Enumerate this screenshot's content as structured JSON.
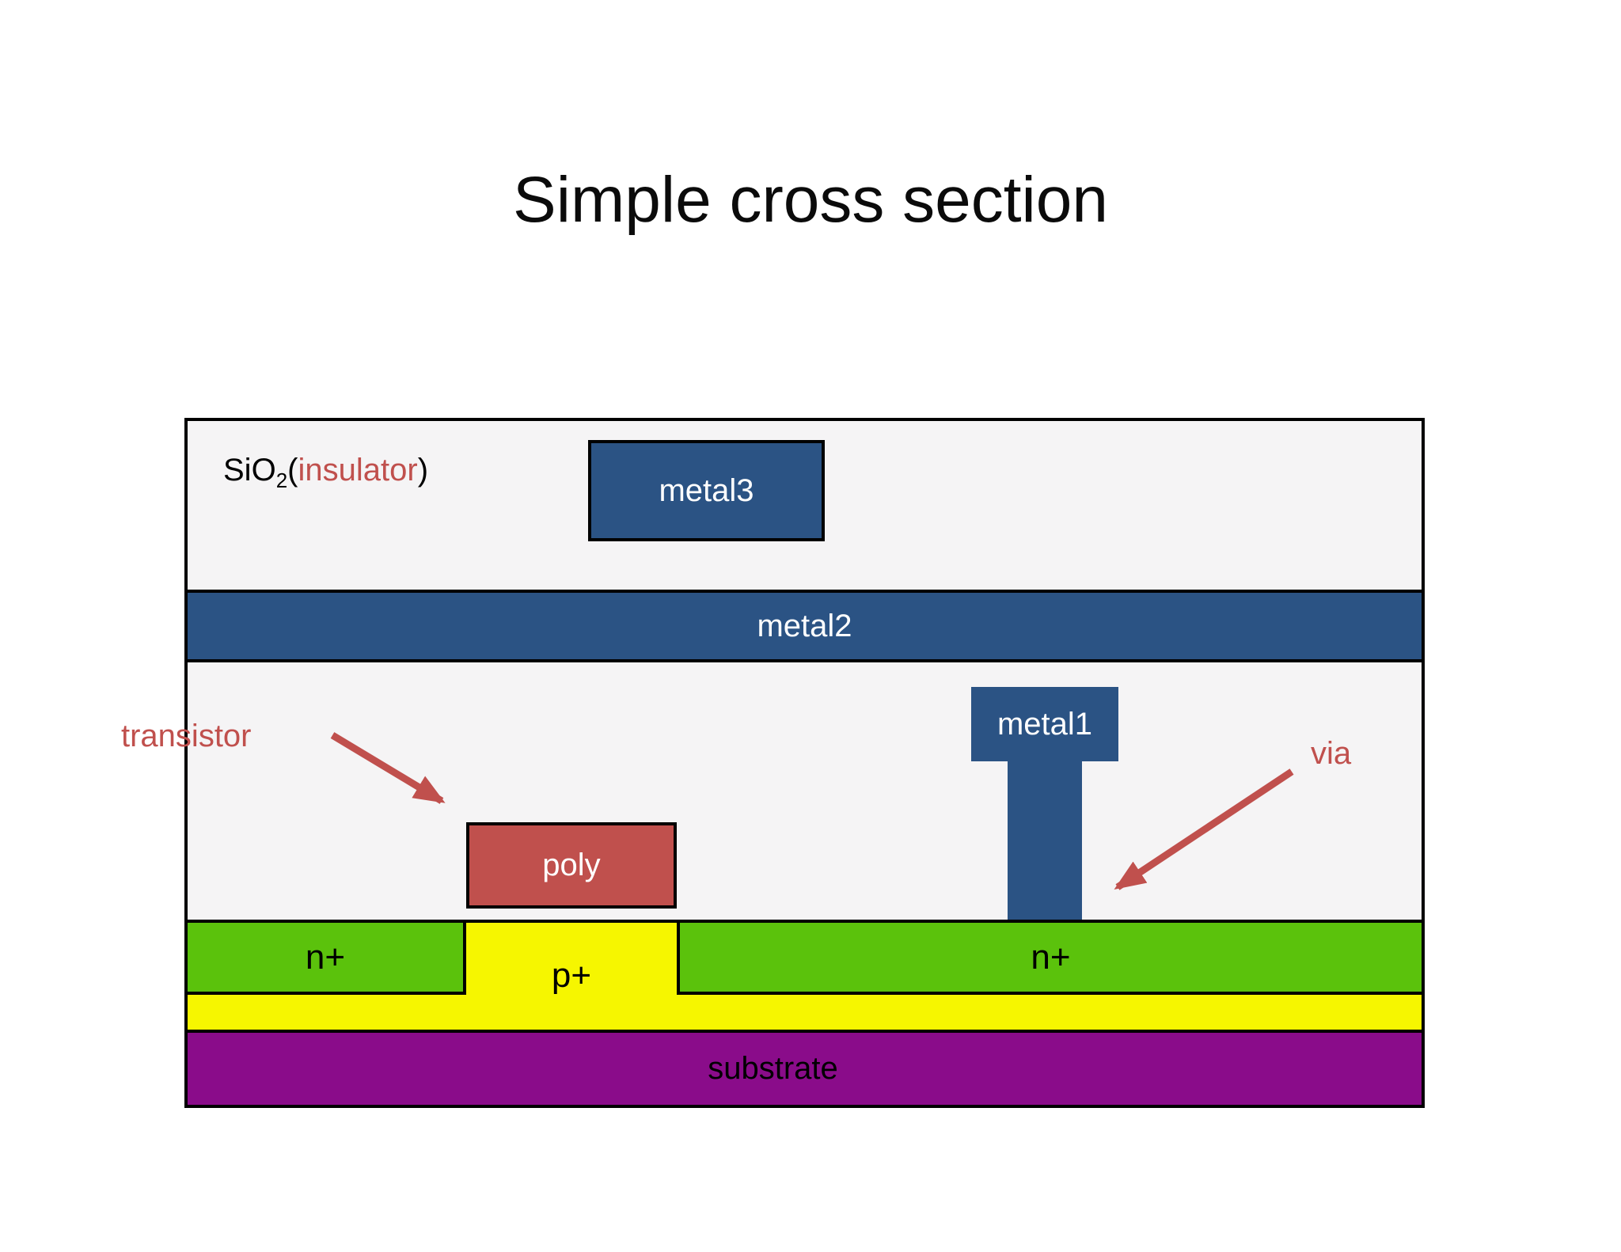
{
  "slide": {
    "title": "Simple cross section"
  },
  "colors": {
    "metal_blue": "#2B5384",
    "poly_red": "#C0504D",
    "annotation_red": "#C0504D",
    "nplus_green": "#5BC20C",
    "pplus_yellow": "#F6F600",
    "substrate_purple": "#8A0C8A",
    "insulator_gray": "#F5F4F5",
    "border_black": "#000000"
  },
  "diagram": {
    "insulator": {
      "formula": "SiO",
      "subscript": "2",
      "open_paren": "(",
      "name": "insulator",
      "close_paren": ")"
    },
    "layers": {
      "metal3": "metal3",
      "metal2": "metal2",
      "metal1": "metal1",
      "poly": "poly",
      "nplus_left": "n+",
      "pplus": "p+",
      "nplus_right": "n+",
      "substrate": "substrate"
    },
    "annotations": [
      {
        "id": "transistor",
        "label": "transistor"
      },
      {
        "id": "via",
        "label": "via"
      }
    ]
  }
}
